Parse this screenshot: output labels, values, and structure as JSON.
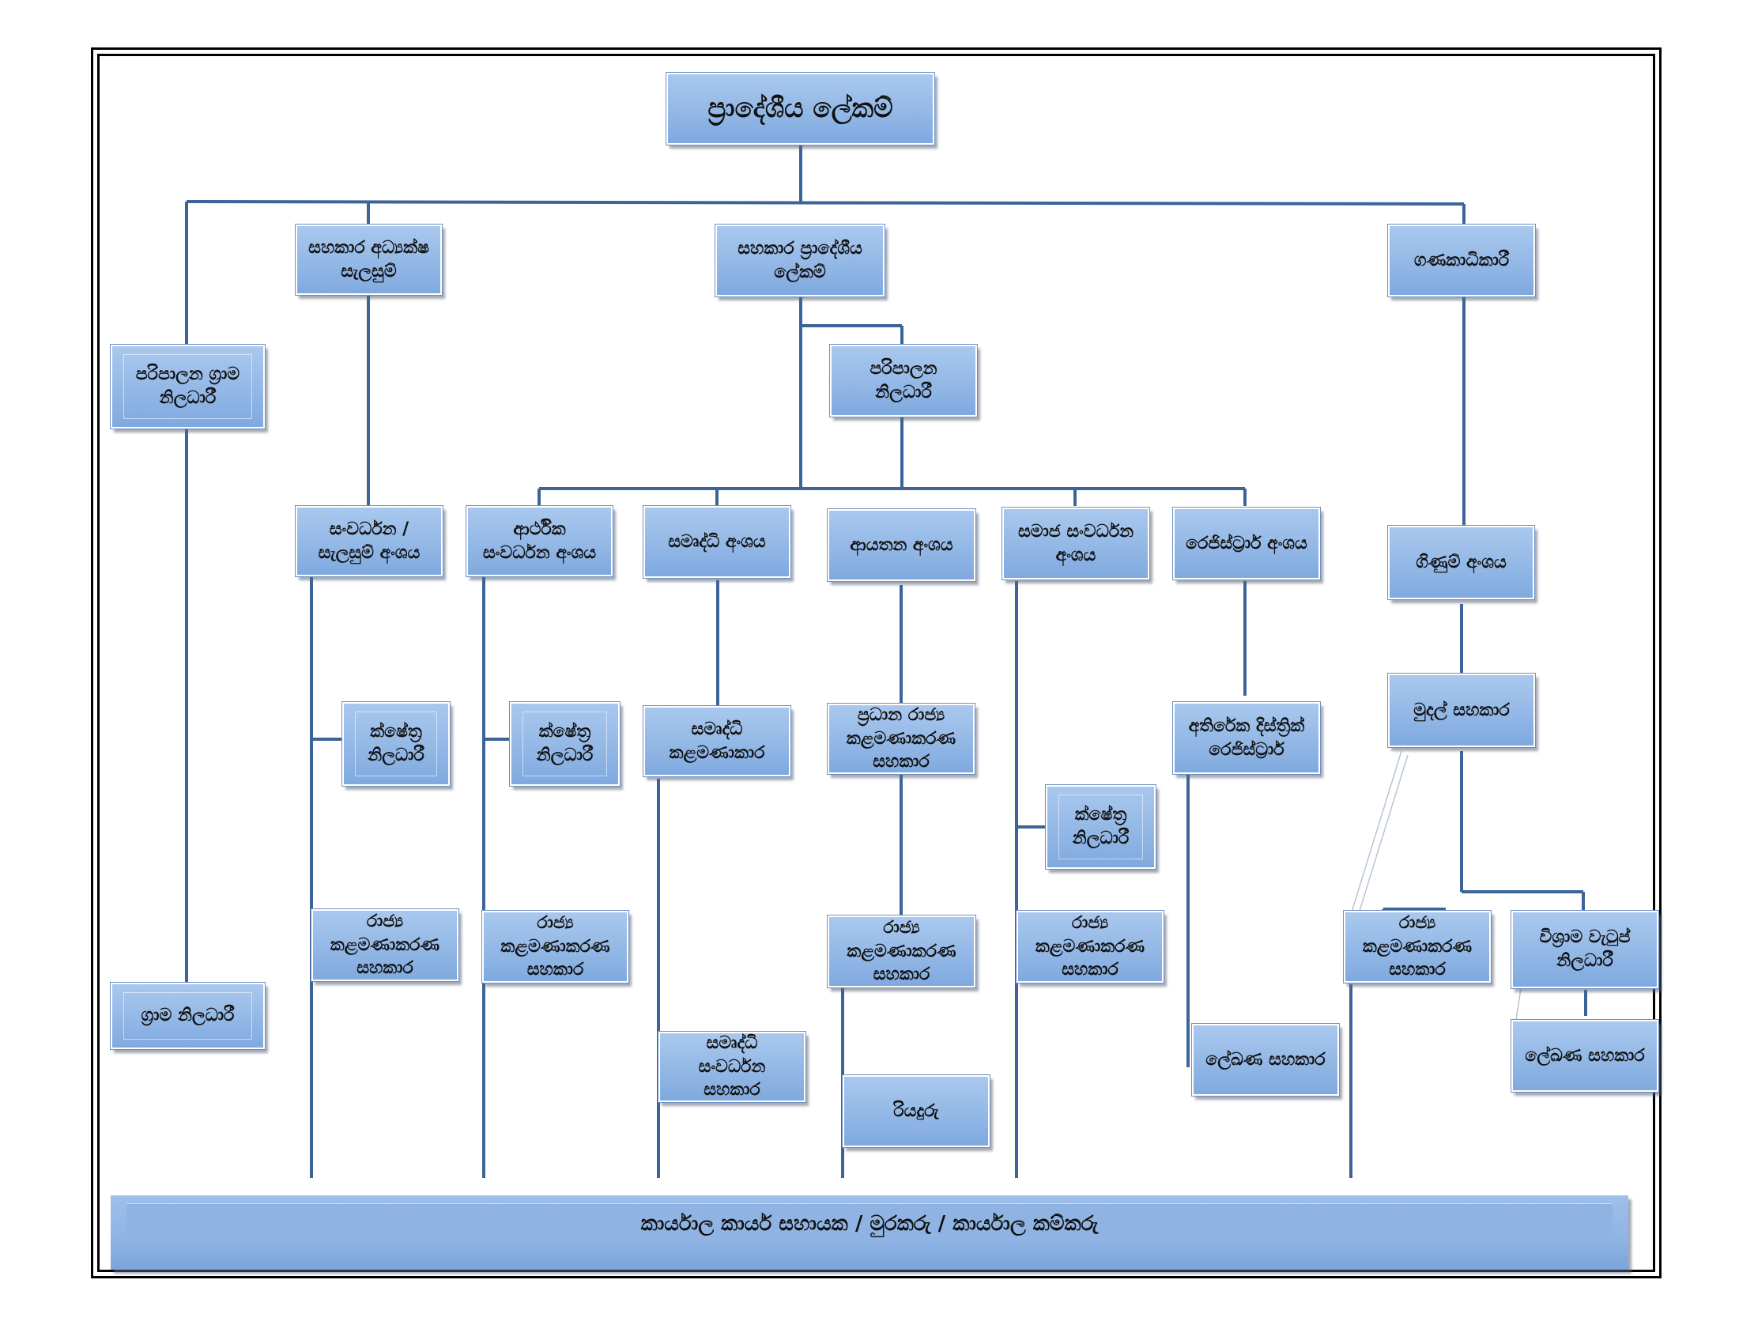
{
  "org_chart": {
    "top": "ප්‍රාදේශීය ලේකම්",
    "asst_director_planning": "සහකාර අධ්‍යක්ෂ\nසැලසුම්",
    "asst_divisional_secretary": "සහකාර ප්‍රාදේශීය\nලේකම්",
    "accountant": "ගණකාධිකාරී",
    "admin_grama_niladhari": "පරිපාලන ග්‍රාම\nනිලධාරී",
    "admin_officer": "පරිපාලන\nනිලධාරී",
    "dev_planning_division": "සංවර්ධන /\nසැලසුම් අංශය",
    "economic_dev_division": "ආර්ථික\nසංවර්ධන අංශය",
    "samurdhi_division": "සමෘද්ධි අංශය",
    "institution_division": "ආයතන අංශය",
    "social_dev_division": "සමාජ සංවර්ධන\nඅංශය",
    "registrar_division": "රෙජිස්ට්‍රාර් අංශය",
    "accounts_division": "ගිණුම් අංශය",
    "field_officer_1": "ක්ෂේත්‍ර\nනිලධාරී",
    "field_officer_2": "ක්ෂේත්‍ර\nනිලධාරී",
    "samurdhi_manager": "සමෘද්ධි\nකළමණාකාර",
    "chief_mgmt_assistant": "ප්‍රධාන රාජ්‍ය\nකළමණාකරණ\nසහකාර",
    "additional_district_registrar": "අතිරේක දිස්ත්‍රික්\nරෙජිස්ට්‍රාර්",
    "cashier": "මුදල් සහකාර",
    "field_officer_3": "ක්ෂේත්‍ර\nනිලධාරී",
    "mgmt_assistant_1": "රාජ්‍ය\nකළමණාකරණ\nසහකාර",
    "mgmt_assistant_2": "රාජ්‍ය\nකළමණාකරණ\nසහකාර",
    "mgmt_assistant_3": "රාජ්‍ය\nකළමණාකරණ\nසහකාර",
    "mgmt_assistant_4": "රාජ්‍ය\nකළමණාකරණ\nසහකාර",
    "mgmt_assistant_5": "රාජ්‍ය\nකළමණාකරණ\nසහකාර",
    "pension_officer": "විශ්‍රාම වැටුප්\nනිලධාරී",
    "grama_niladhari": "ග්‍රාම නිලධාරී",
    "samurdhi_dev_assistant": "සමෘද්ධි\nසංවර්ධන\nසහකාර",
    "driver": "රියදුරු",
    "clerical_assistant_1": "ලේඛණ සහකාර",
    "clerical_assistant_2": "ලේඛණ සහකාර",
    "bottom_bar": "කාර්යාල කාර්ය සහායක / මුරකරු / කාර්යාල කම්කරු"
  }
}
